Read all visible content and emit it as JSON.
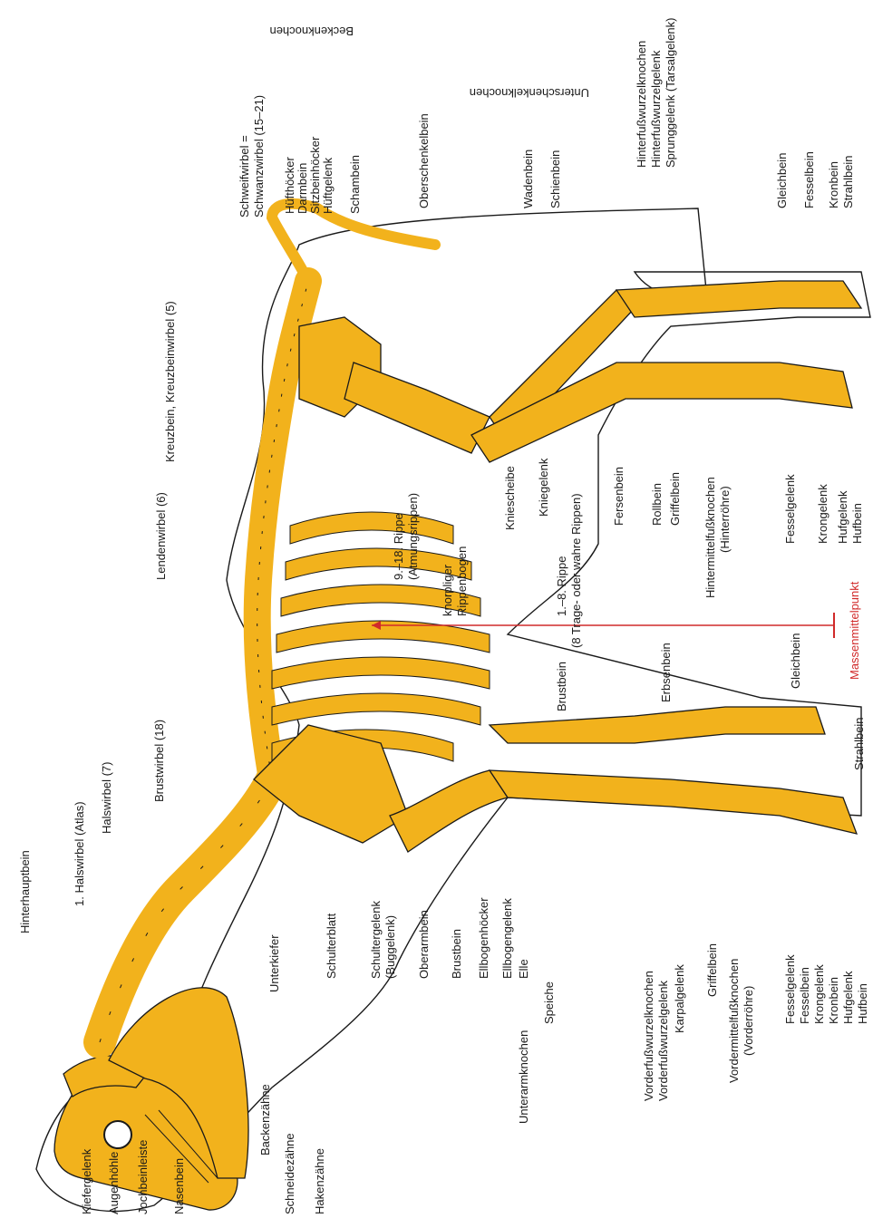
{
  "labels": {
    "head": {
      "hinterhauptbein": "Hinterhauptbein",
      "kiefergelenk": "Kiefergelenk",
      "augenhoehle": "Augenhöhle",
      "jochbeinleiste": "Jochbeinleiste",
      "nasenbein": "Nasenbein",
      "unterkiefer": "Unterkiefer",
      "backenzaehne": "Backenzähne",
      "schneidezaehne": "Schneidezähne",
      "hakenzaehne": "Hakenzähne"
    },
    "spine": {
      "halswirbel_atlas": "1. Halswirbel (Atlas)",
      "halswirbel": "Halswirbel (7)",
      "brustwirbel": "Brustwirbel (18)",
      "lendenwirbel": "Lendenwirbel (6)",
      "kreuzbein": "Kreuzbein, Kreuzbeinwirbel (5)",
      "schweifwirbel_1": "Schweifwirbel =",
      "schweifwirbel_2": "Schwanzwirbel (15–21)"
    },
    "pelvis": {
      "beckenknochen": "Beckenknochen",
      "hueftboecker": "Hüfthöcker",
      "darmbein": "Darmbein",
      "sitzbeinhoecker": "Sitzbeinhöcker",
      "hueftgelenk": "Hüftgelenk",
      "schambein": "Schambein",
      "oberschenkelbein": "Oberschenkelbein"
    },
    "hindlimb": {
      "unterschenkelknochen": "Unterschenkelknochen",
      "wadenbein": "Wadenbein",
      "schienbein": "Schienbein",
      "hinterfusswurzelknochen": "Hinterfußwurzelknochen",
      "hinterfusswurzelgelenk": "Hinterfußwurzelgelenk",
      "sprunggelenk": "Sprunggelenk (Tarsalgelenk)",
      "gleichbein": "Gleichbein",
      "fesselbein": "Fesselbein",
      "kronbein": "Kronbein",
      "strahlbein": "Strahlbein",
      "kniescheibe": "Kniescheibe",
      "kniegelenk": "Kniegelenk",
      "fersenbein": "Fersenbein",
      "rollbein": "Rollbein",
      "griffelbein": "Griffelbein",
      "hintermittelfuss_1": "Hintermittelfußknochen",
      "hintermittelfuss_2": "(Hinterröhre)",
      "fesselgelenk": "Fesselgelenk",
      "krongelenk": "Krongelenk",
      "hufgelenk": "Hufgelenk",
      "hufbein": "Hufbein"
    },
    "thorax": {
      "rippe_9_18_1": "9.–18. Rippe",
      "rippe_9_18_2": "(Atmungsrippen)",
      "rippenbogen_1": "knorpliger",
      "rippenbogen_2": "Rippenbogen",
      "rippe_1_8_1": "1.–8. Rippe",
      "rippe_1_8_2": "(8 Trage- oder wahre Rippen)",
      "brustbein": "Brustbein",
      "massenmittelpunkt": "Massenmittelpunkt"
    },
    "forelimb": {
      "schulterblatt": "Schulterblatt",
      "schultergelenk_1": "Schultergelenk",
      "schultergelenk_2": "(Buggelenk)",
      "oberarmbein": "Oberarmbein",
      "brustbein": "Brustbein",
      "ellbogenhoecker": "Ellbogenhöcker",
      "ellbogengelenk": "Ellbogengelenk",
      "elle": "Elle",
      "speiche": "Speiche",
      "unterarmknochen": "Unterarmknochen",
      "erbsenbein": "Erbsenbein",
      "gleichbein": "Gleichbein",
      "strahlbein": "Strahlbein",
      "vorderfusswurzelknochen": "Vorderfußwurzelknochen",
      "vorderfusswurzelgelenk": "Vorderfußwurzelgelenk",
      "karpalgelenk": "Karpalgelenk",
      "griffelbein": "Griffelbein",
      "vordermittelfuss_1": "Vordermittelfußknochen",
      "vordermittelfuss_2": "(Vorderröhre)",
      "fesselgelenk": "Fesselgelenk",
      "fesselbein": "Fesselbein",
      "krongelenk": "Krongelenk",
      "kronbein": "Kronbein",
      "hufgelenk": "Hufgelenk",
      "hufbein": "Hufbein"
    }
  },
  "colors": {
    "bone": "#f2b21c",
    "bone_stroke": "#1a1a1a",
    "outline": "#1a1a1a",
    "accent": "#d12a2a"
  }
}
